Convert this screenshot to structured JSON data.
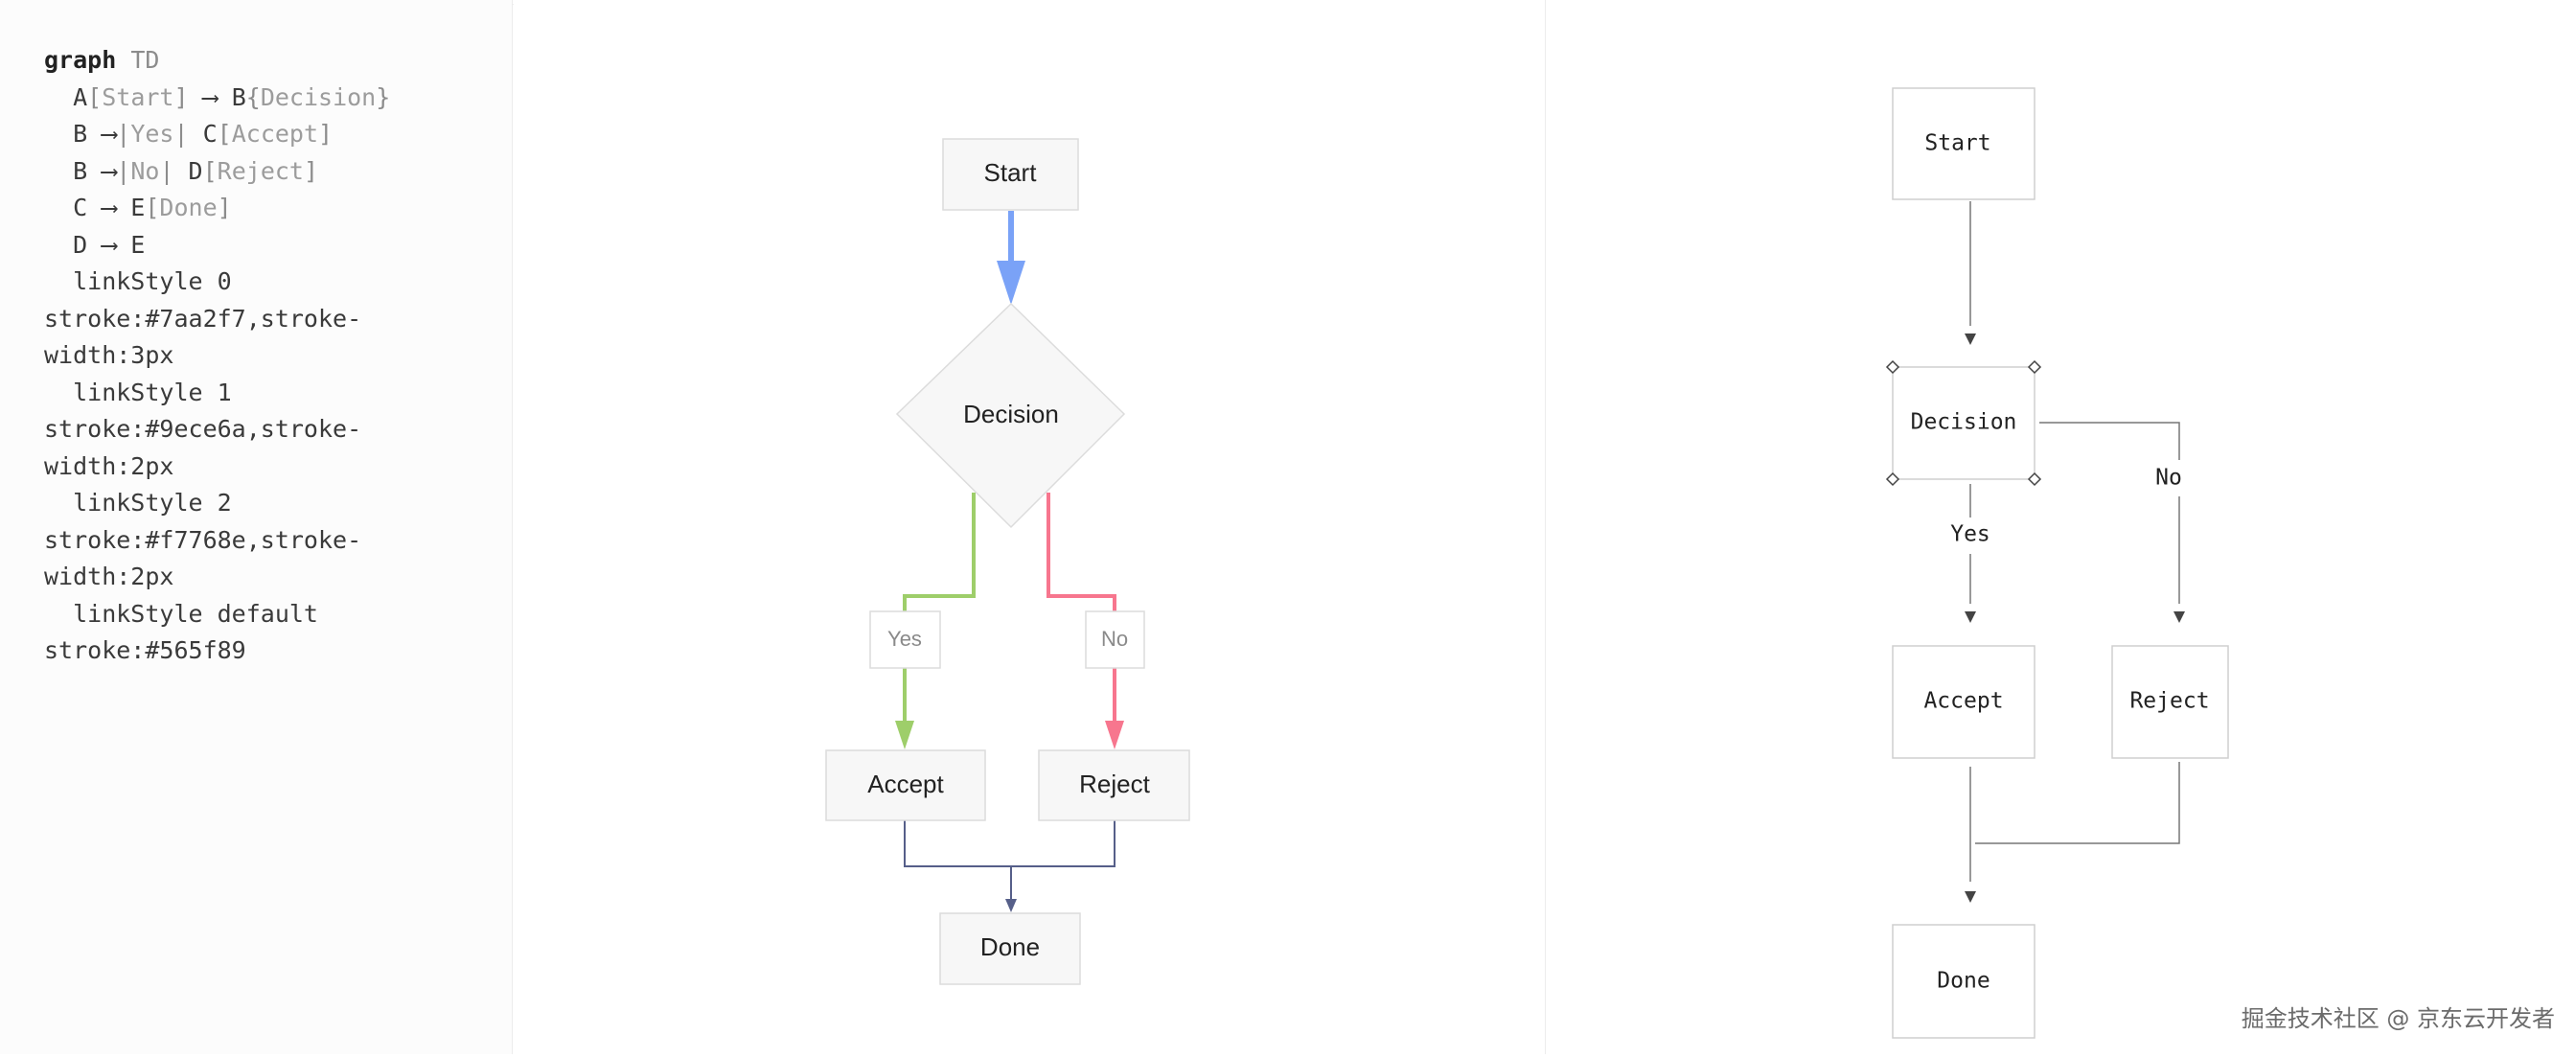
{
  "code": {
    "lines": [
      [
        {
          "c": "kw",
          "t": "graph"
        },
        {
          "c": "lt",
          "t": " TD"
        }
      ],
      [
        {
          "c": "",
          "t": "  A"
        },
        {
          "c": "lt",
          "t": "["
        },
        {
          "c": "tx",
          "t": "Start"
        },
        {
          "c": "lt",
          "t": "]"
        },
        {
          "c": "",
          "t": " ⟶ B"
        },
        {
          "c": "lt",
          "t": "{"
        },
        {
          "c": "tx",
          "t": "Decision"
        },
        {
          "c": "lt",
          "t": "}"
        }
      ],
      [
        {
          "c": "",
          "t": "  B ⟶"
        },
        {
          "c": "lt",
          "t": "|"
        },
        {
          "c": "tx",
          "t": "Yes"
        },
        {
          "c": "lt",
          "t": "|"
        },
        {
          "c": "",
          "t": " C"
        },
        {
          "c": "lt",
          "t": "["
        },
        {
          "c": "tx",
          "t": "Accept"
        },
        {
          "c": "lt",
          "t": "]"
        }
      ],
      [
        {
          "c": "",
          "t": "  B ⟶"
        },
        {
          "c": "lt",
          "t": "|"
        },
        {
          "c": "tx",
          "t": "No"
        },
        {
          "c": "lt",
          "t": "|"
        },
        {
          "c": "",
          "t": " D"
        },
        {
          "c": "lt",
          "t": "["
        },
        {
          "c": "tx",
          "t": "Reject"
        },
        {
          "c": "lt",
          "t": "]"
        }
      ],
      [
        {
          "c": "",
          "t": "  C ⟶ E"
        },
        {
          "c": "lt",
          "t": "["
        },
        {
          "c": "tx",
          "t": "Done"
        },
        {
          "c": "lt",
          "t": "]"
        }
      ],
      [
        {
          "c": "",
          "t": "  D ⟶ E"
        }
      ],
      [
        {
          "c": "",
          "t": "  linkStyle 0"
        }
      ],
      [
        {
          "c": "",
          "t": "stroke:#7aa2f7,stroke-"
        }
      ],
      [
        {
          "c": "",
          "t": "width:3px"
        }
      ],
      [
        {
          "c": "",
          "t": "  linkStyle 1"
        }
      ],
      [
        {
          "c": "",
          "t": "stroke:#9ece6a,stroke-"
        }
      ],
      [
        {
          "c": "",
          "t": "width:2px"
        }
      ],
      [
        {
          "c": "",
          "t": "  linkStyle 2"
        }
      ],
      [
        {
          "c": "",
          "t": "stroke:#f7768e,stroke-"
        }
      ],
      [
        {
          "c": "",
          "t": "width:2px"
        }
      ],
      [
        {
          "c": "",
          "t": "  linkStyle default"
        }
      ],
      [
        {
          "c": "",
          "t": "stroke:#565f89"
        }
      ]
    ]
  },
  "rendered": {
    "nodes": {
      "start": "Start",
      "decision": "Decision",
      "accept": "Accept",
      "reject": "Reject",
      "done": "Done"
    },
    "edge_labels": {
      "yes": "Yes",
      "no": "No"
    },
    "colors": {
      "link0": "#7aa2f7",
      "link1": "#9ece6a",
      "link2": "#f7768e",
      "default": "#565f89"
    }
  },
  "ascii": {
    "nodes": {
      "start": "Start",
      "decision": "Decision",
      "accept": "Accept",
      "reject": "Reject",
      "done": "Done"
    },
    "edge_labels": {
      "yes": "Yes",
      "no": "No"
    }
  },
  "watermark": "掘金技术社区 @ 京东云开发者"
}
